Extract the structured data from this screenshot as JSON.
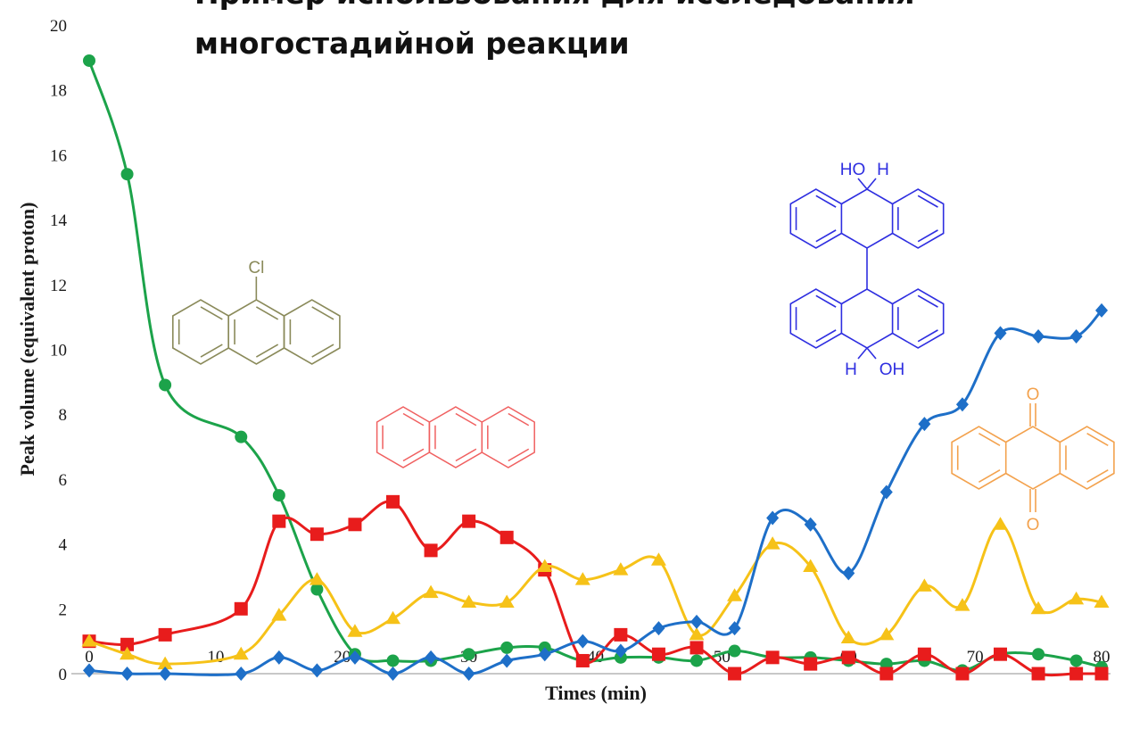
{
  "heading": {
    "line1": "Пример использования для исследования",
    "line2": "многостадийной реакции"
  },
  "chart_data": {
    "type": "line",
    "xlabel": "Times (min)",
    "ylabel": "Peak volume (equivalent proton)",
    "xlim": [
      0,
      80
    ],
    "ylim": [
      0,
      20
    ],
    "x_ticks": [
      "0",
      "10",
      "20",
      "30",
      "40",
      "50",
      "60",
      "70",
      "80"
    ],
    "y_ticks": [
      "0",
      "2",
      "4",
      "6",
      "8",
      "10",
      "12",
      "14",
      "16",
      "18",
      "20"
    ],
    "grid": false,
    "legend": "none",
    "series": [
      {
        "color": "#1ca34a",
        "marker": "circle",
        "x": [
          0,
          3,
          6,
          12,
          15,
          18,
          21,
          24,
          27,
          30,
          33,
          36,
          39,
          42,
          45,
          48,
          51,
          54,
          57,
          60,
          63,
          66,
          69,
          72,
          75,
          78,
          80
        ],
        "y": [
          18.9,
          15.4,
          8.9,
          7.3,
          5.5,
          2.6,
          0.6,
          0.4,
          0.4,
          0.6,
          0.8,
          0.8,
          0.4,
          0.5,
          0.5,
          0.4,
          0.7,
          0.5,
          0.5,
          0.4,
          0.3,
          0.4,
          0.1,
          0.6,
          0.6,
          0.4,
          0.2
        ]
      },
      {
        "color": "#e81c1c",
        "marker": "square",
        "x": [
          0,
          3,
          6,
          12,
          15,
          18,
          21,
          24,
          27,
          30,
          33,
          36,
          39,
          42,
          45,
          48,
          51,
          54,
          57,
          60,
          63,
          66,
          69,
          72,
          75,
          78,
          80
        ],
        "y": [
          1.0,
          0.9,
          1.2,
          2.0,
          4.7,
          4.3,
          4.6,
          5.3,
          3.8,
          4.7,
          4.2,
          3.2,
          0.4,
          1.2,
          0.6,
          0.8,
          0.0,
          0.5,
          0.3,
          0.5,
          0.0,
          0.6,
          0.0,
          0.6,
          0.0,
          0.0,
          0.0
        ]
      },
      {
        "color": "#f6c218",
        "marker": "triangle",
        "x": [
          0,
          3,
          6,
          12,
          15,
          18,
          21,
          24,
          27,
          30,
          33,
          36,
          39,
          42,
          45,
          48,
          51,
          54,
          57,
          60,
          63,
          66,
          69,
          72,
          75,
          78,
          80
        ],
        "y": [
          1.0,
          0.6,
          0.3,
          0.6,
          1.8,
          2.9,
          1.3,
          1.7,
          2.5,
          2.2,
          2.2,
          3.3,
          2.9,
          3.2,
          3.5,
          1.2,
          2.4,
          4.0,
          3.3,
          1.1,
          1.2,
          2.7,
          2.1,
          4.6,
          2.0,
          2.3,
          2.2
        ]
      },
      {
        "color": "#1e6fc8",
        "marker": "diamond",
        "x": [
          0,
          3,
          6,
          12,
          15,
          18,
          21,
          24,
          27,
          30,
          33,
          36,
          39,
          42,
          45,
          48,
          51,
          54,
          57,
          60,
          63,
          66,
          69,
          72,
          75,
          78,
          80
        ],
        "y": [
          0.1,
          0.0,
          0.0,
          0.0,
          0.5,
          0.1,
          0.5,
          0.0,
          0.5,
          0.0,
          0.4,
          0.6,
          1.0,
          0.7,
          1.4,
          1.6,
          1.4,
          4.8,
          4.6,
          3.1,
          5.6,
          7.7,
          8.3,
          10.5,
          10.4,
          10.4,
          11.2
        ]
      }
    ],
    "annotations": [
      {
        "name": "chloroanthracene-structure",
        "color": "#8a8a5a",
        "atom_labels": [
          "Cl"
        ]
      },
      {
        "name": "anthracene-structure",
        "color": "#f06060",
        "atom_labels": []
      },
      {
        "name": "dimer-diol-structure",
        "color": "#2e2ee0",
        "atom_labels": [
          "HO",
          "H",
          "H",
          "OH"
        ]
      },
      {
        "name": "anthraquinone-structure",
        "color": "#f3a24e",
        "atom_labels": [
          "O",
          "O"
        ]
      }
    ]
  }
}
